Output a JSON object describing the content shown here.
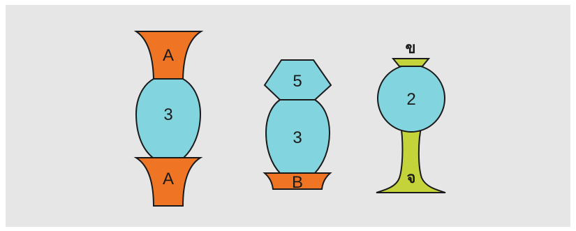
{
  "colors": {
    "background": "#e6e6e6",
    "orange": "#ef7524",
    "blue": "#82d4de",
    "green": "#c5d33a",
    "outline": "#1a1a1a"
  },
  "vase_1": {
    "top_neck_label": "A",
    "body_label": "3",
    "base_label": "A"
  },
  "vase_2": {
    "top_label": "5",
    "body_label": "3",
    "base_label": "B"
  },
  "vase_3": {
    "rim_label": "ข",
    "body_label": "2",
    "stem_label": "จ"
  }
}
